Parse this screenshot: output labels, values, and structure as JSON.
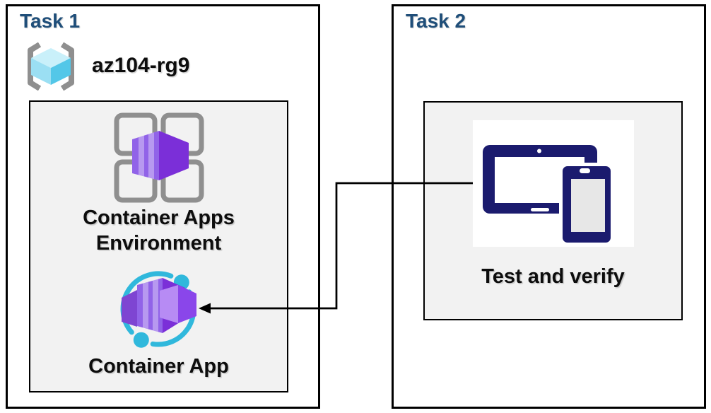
{
  "task1": {
    "title": "Task 1",
    "resource_group": {
      "icon": "resource-group-icon",
      "name": "az104-rg9"
    },
    "environment": {
      "icon": "container-apps-environment-icon",
      "label": "Container Apps Environment"
    },
    "app": {
      "icon": "container-app-icon",
      "label": "Container App"
    }
  },
  "task2": {
    "title": "Task 2",
    "test_and_verify": {
      "icon": "devices-icon",
      "label": "Test and verify"
    }
  },
  "connector": {
    "type": "elbow-arrow",
    "arrow_direction": "left",
    "points_to": "Container App"
  },
  "colors": {
    "canvas_bg": "#FFFFFF",
    "box_border": "#000000",
    "inner_box_bg": "#F2F2F2",
    "title_blue": "#1F4E79",
    "label_black": "#0D0D0D",
    "icon_gray": "#8F8F8F",
    "purple_front": "#9163E8",
    "purple_side": "#7B2FD8",
    "purple_dark": "#7E45D2",
    "purple_light": "#B78BF4",
    "purple_side_light": "#8A46EA",
    "cyan_ring": "#30B8DC",
    "cube_top": "#C9F0FA",
    "cube_left": "#9BDFF3",
    "cube_right": "#53C7E8",
    "navy_device": "#1B1B6E",
    "device_screen_gray": "#E7E7E7",
    "connector_black": "#000000"
  }
}
